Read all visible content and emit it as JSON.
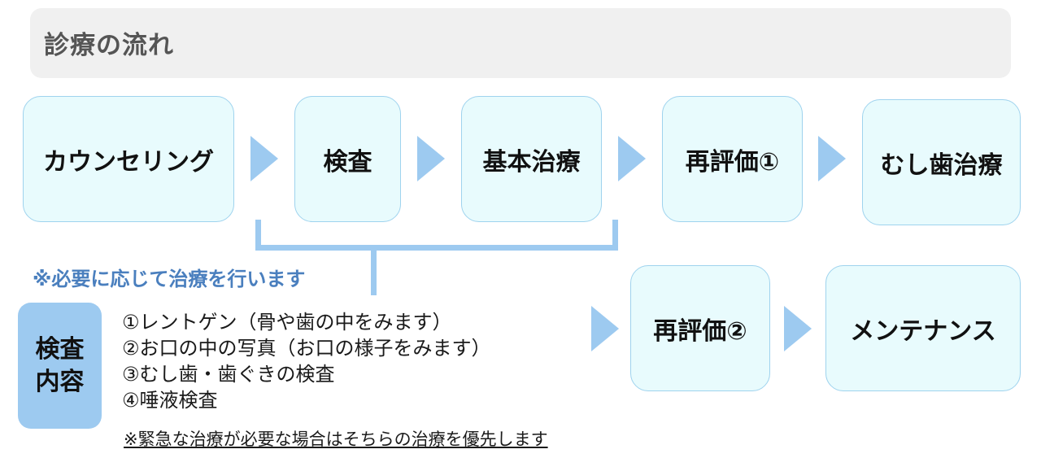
{
  "header": {
    "title": "診療の流れ"
  },
  "flow_top": [
    {
      "label": "カウンセリング"
    },
    {
      "label": "検査"
    },
    {
      "label": "基本治療"
    },
    {
      "label": "再評価①"
    },
    {
      "label": "むし歯治療"
    }
  ],
  "flow_bottom": [
    {
      "label": "再評価②"
    },
    {
      "label": "メンテナンス"
    }
  ],
  "note": "※必要に応じて治療を行います",
  "exam": {
    "badge_line1": "検査",
    "badge_line2": "内容",
    "items": [
      "①レントゲン（骨や歯の中をみます）",
      "②お口の中の写真（お口の様子をみます）",
      "③むし歯・歯ぐきの検査",
      "④唾液検査"
    ]
  },
  "footnote": "※緊急な治療が必要な場合はそちらの治療を優先します",
  "colors": {
    "box_fill": "#e8fbfd",
    "box_border": "#9fd3ee",
    "arrow": "#9dcaf0",
    "note_text": "#4a7fbe",
    "header_bg": "#f0f0f0"
  }
}
